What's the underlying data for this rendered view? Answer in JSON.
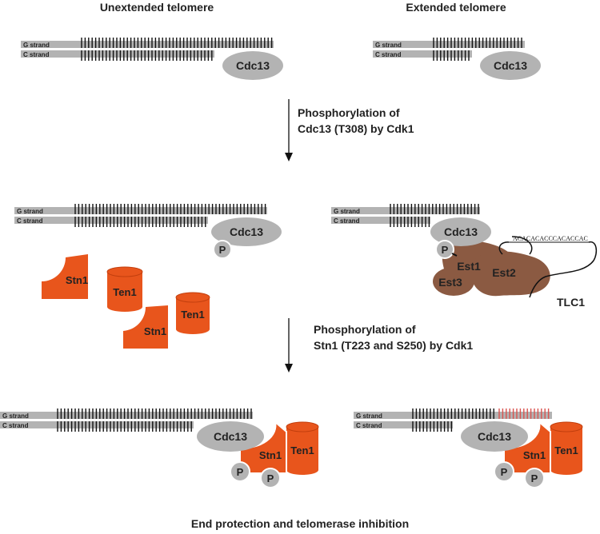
{
  "headers": {
    "unextended": "Unextended telomere",
    "extended": "Extended telomere"
  },
  "strands": {
    "g": "G strand",
    "c": "C strand"
  },
  "proteins": {
    "cdc13": "Cdc13",
    "stn1": "Stn1",
    "ten1": "Ten1",
    "est1": "Est1",
    "est2": "Est2",
    "est3": "Est3",
    "tlc1": "TLC1",
    "phospho": "P"
  },
  "rna_sequence": "ACACACACCCACACCAC",
  "steps": {
    "step1_line1": "Phosphorylation of",
    "step1_line2": "Cdc13 (T308) by Cdk1",
    "step2_line1": "Phosphorylation of",
    "step2_line2": "Stn1 (T223 and S250) by Cdk1"
  },
  "conclusion": "End protection and telomerase inhibition",
  "colors": {
    "strand_fill": "#b3b3b3",
    "cdc13": "#b3b3b3",
    "stn1_ten1": "#e8551c",
    "telomerase": "#8b5a42",
    "new_repeats": "#d9534f",
    "text": "#222222"
  }
}
